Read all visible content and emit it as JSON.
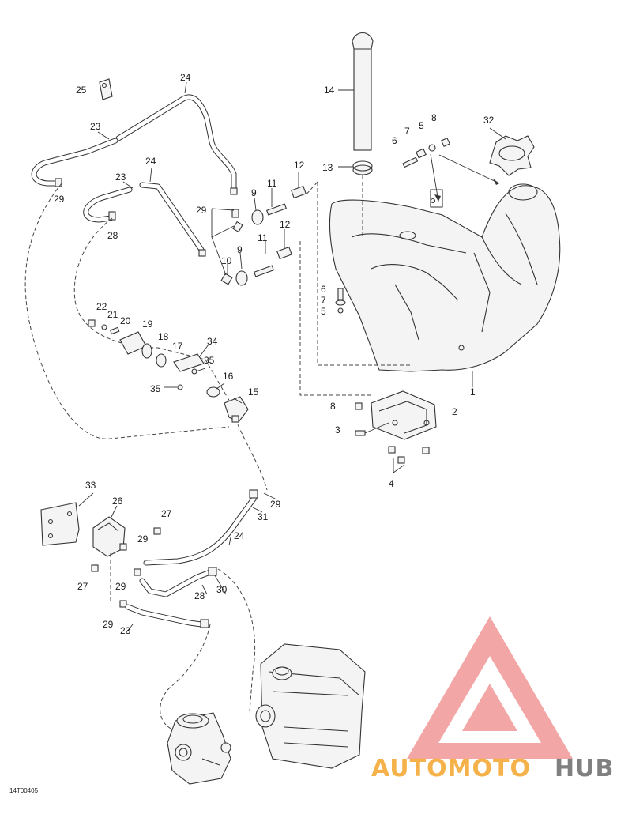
{
  "diagram": {
    "code": "14T00405",
    "callouts": [
      "1",
      "2",
      "3",
      "4",
      "5",
      "6",
      "7",
      "8",
      "9",
      "10",
      "11",
      "12",
      "13",
      "14",
      "15",
      "16",
      "17",
      "18",
      "19",
      "20",
      "21",
      "22",
      "23",
      "24",
      "25",
      "26",
      "27",
      "28",
      "29",
      "30",
      "31",
      "32",
      "33",
      "34",
      "35"
    ]
  },
  "watermark": {
    "part1": "AUTOMOTO",
    "part2": "HUB",
    "color_primary": "#f08080",
    "color_secondary": "#f6b24a",
    "color_tertiary": "#777777"
  }
}
